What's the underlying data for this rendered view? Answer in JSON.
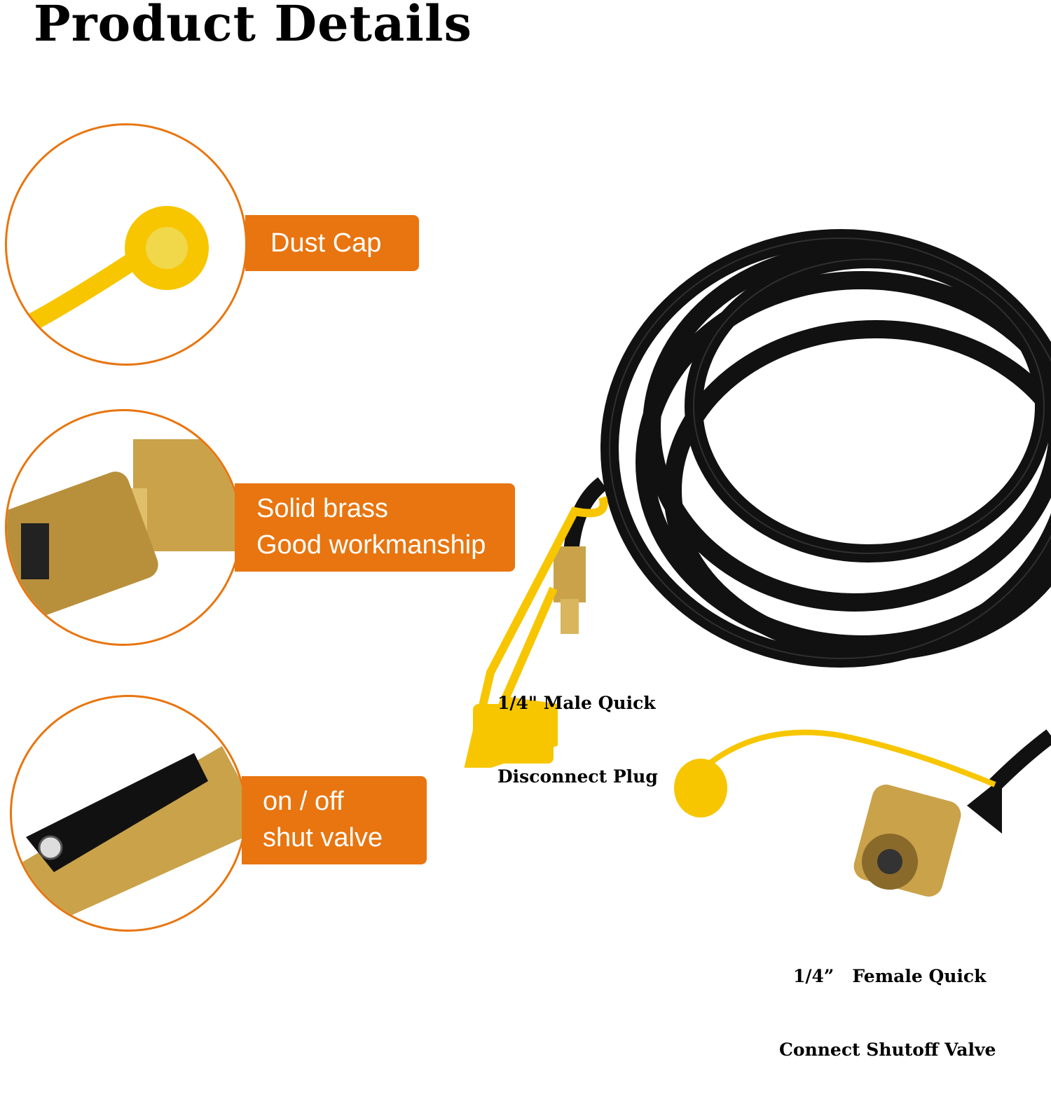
{
  "title": "Product Details",
  "features": [
    {
      "lines": [
        "Dust Cap"
      ]
    },
    {
      "lines": [
        "Solid brass",
        "Good workmanship"
      ]
    },
    {
      "lines": [
        "on / off",
        "shut valve"
      ]
    }
  ],
  "captions": {
    "male_plug": [
      "1/4\" Male Quick",
      "Disconnect Plug"
    ],
    "female_valve": [
      "1/4”   Female Quick",
      "Connect Shutoff Valve"
    ]
  },
  "colors": {
    "accent": "#E8750F",
    "hose": "#111111",
    "cap": "#F7C600",
    "brass": "#C9A24A"
  }
}
